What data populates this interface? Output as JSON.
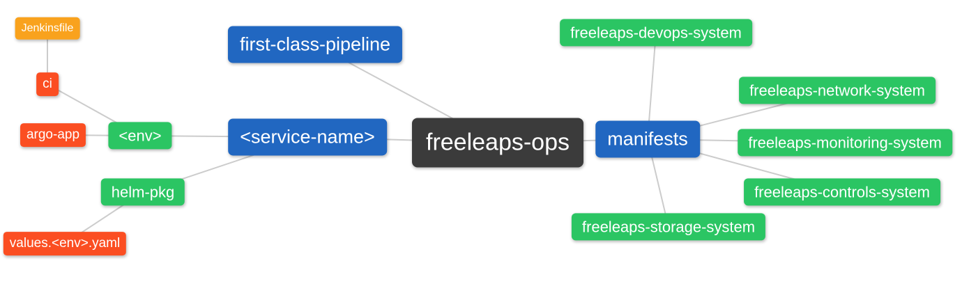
{
  "mindmap": {
    "root": {
      "id": "freeleaps-ops",
      "label": "freeleaps-ops"
    },
    "nodes": [
      {
        "id": "first-class-pipeline",
        "label": "first-class-pipeline",
        "parent": "freeleaps-ops",
        "level": 1
      },
      {
        "id": "service-name",
        "label": "<service-name>",
        "parent": "freeleaps-ops",
        "level": 1
      },
      {
        "id": "manifests",
        "label": "manifests",
        "parent": "freeleaps-ops",
        "level": 1
      },
      {
        "id": "env",
        "label": "<env>",
        "parent": "service-name",
        "level": 2
      },
      {
        "id": "helm-pkg",
        "label": "helm-pkg",
        "parent": "service-name",
        "level": 2
      },
      {
        "id": "ci",
        "label": "ci",
        "parent": "env",
        "level": 3
      },
      {
        "id": "argo-app",
        "label": "argo-app",
        "parent": "env",
        "level": 3
      },
      {
        "id": "values-env-yaml",
        "label": "values.<env>.yaml",
        "parent": "helm-pkg",
        "level": 3
      },
      {
        "id": "jenkinsfile",
        "label": "Jenkinsfile",
        "parent": "ci",
        "level": 4
      },
      {
        "id": "freeleaps-devops-system",
        "label": "freeleaps-devops-system",
        "parent": "manifests",
        "level": 2
      },
      {
        "id": "freeleaps-network-system",
        "label": "freeleaps-network-system",
        "parent": "manifests",
        "level": 2
      },
      {
        "id": "freeleaps-monitoring-system",
        "label": "freeleaps-monitoring-system",
        "parent": "manifests",
        "level": 2
      },
      {
        "id": "freeleaps-controls-system",
        "label": "freeleaps-controls-system",
        "parent": "manifests",
        "level": 2
      },
      {
        "id": "freeleaps-storage-system",
        "label": "freeleaps-storage-system",
        "parent": "manifests",
        "level": 2
      }
    ],
    "edges": [
      [
        "jenkinsfile",
        "ci"
      ],
      [
        "ci",
        "env"
      ],
      [
        "argo-app",
        "env"
      ],
      [
        "env",
        "service-name"
      ],
      [
        "helm-pkg",
        "service-name"
      ],
      [
        "values-env-yaml",
        "helm-pkg"
      ],
      [
        "service-name",
        "freeleaps-ops"
      ],
      [
        "first-class-pipeline",
        "freeleaps-ops"
      ],
      [
        "freeleaps-ops",
        "manifests"
      ],
      [
        "manifests",
        "freeleaps-devops-system"
      ],
      [
        "manifests",
        "freeleaps-network-system"
      ],
      [
        "manifests",
        "freeleaps-monitoring-system"
      ],
      [
        "manifests",
        "freeleaps-controls-system"
      ],
      [
        "manifests",
        "freeleaps-storage-system"
      ]
    ],
    "colors": {
      "root": "#3b3b3b",
      "level1": "#2167c1",
      "level2": "#2bc563",
      "level3": "#fb4e22",
      "level4": "#f9a21d",
      "edge": "#cccccc",
      "text": "#ffffff",
      "background": "#ffffff"
    }
  }
}
